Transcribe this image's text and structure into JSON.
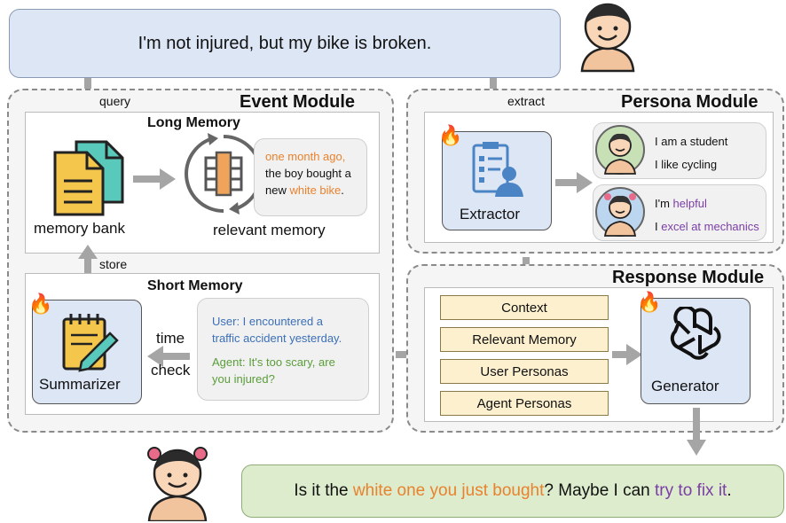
{
  "user_message": "I'm not injured, but my bike is broken.",
  "agent_reply": {
    "part1": "Is it the ",
    "part2": "white one you just bought",
    "part3": "? Maybe I can ",
    "part4": "try to fix it",
    "part5": "."
  },
  "event_module": {
    "title": "Event Module",
    "query_label": "query",
    "store_label": "store",
    "time_check_label_1": "time",
    "time_check_label_2": "check",
    "long_memory": {
      "title": "Long Memory",
      "memory_bank_label": "memory bank",
      "relevant_memory_label": "relevant memory",
      "memory_line1": "one month ago,",
      "memory_line2": "the boy bought a",
      "memory_line3a": "new ",
      "memory_line3b": "white bike",
      "memory_line3c": "."
    },
    "short_memory": {
      "title": "Short Memory",
      "summarizer_label": "Summarizer",
      "user_line1": "User: I encountered a",
      "user_line2": "traffic accident yesterday.",
      "agent_line1": "Agent: It's too scary, are",
      "agent_line2": "you injured?"
    }
  },
  "persona_module": {
    "title": "Persona Module",
    "extract_label": "extract",
    "extractor_label": "Extractor",
    "user_persona_line1": "I am a student",
    "user_persona_line2": "I like cycling",
    "agent_persona_line1a": "I'm ",
    "agent_persona_line1b": "helpful",
    "agent_persona_line2a": "I ",
    "agent_persona_line2b": "excel at mechanics"
  },
  "response_module": {
    "title": "Response Module",
    "inputs": [
      "Context",
      "Relevant Memory",
      "User Personas",
      "Agent Personas"
    ],
    "generator_label": "Generator"
  },
  "colors": {
    "orange_highlight": "#e8822e",
    "purple_highlight": "#7b3ea6",
    "user_blue": "#3b6fb6",
    "agent_green": "#5a9d3a"
  },
  "icons": [
    "boy-avatar-icon",
    "girl-avatar-icon",
    "documents-icon",
    "database-refresh-icon",
    "notepad-pencil-icon",
    "id-card-icon",
    "openai-logo-icon",
    "fire-icon",
    "arrow-icon"
  ]
}
